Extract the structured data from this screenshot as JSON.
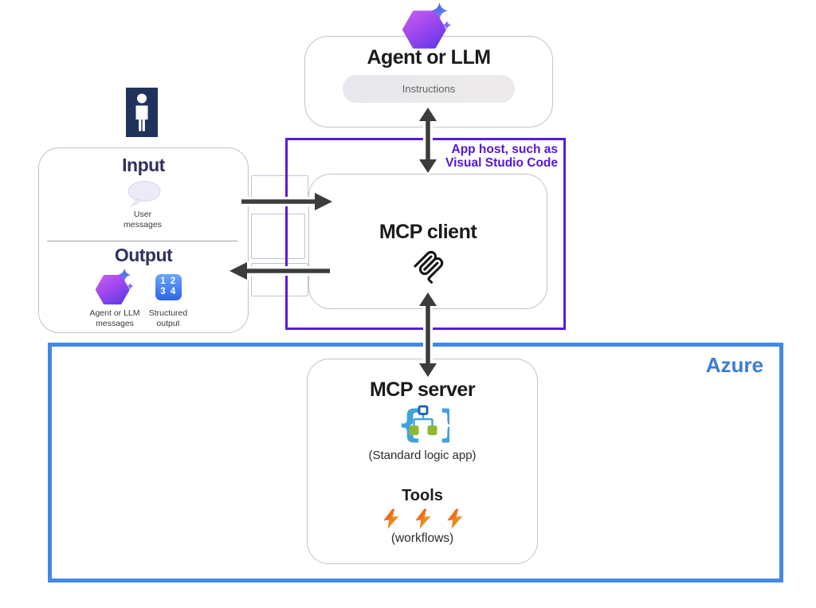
{
  "diagram": {
    "colors": {
      "app_host_border": "#5a1ae0",
      "app_host_label": "#5516e0",
      "azure_border": "#4189e8",
      "azure_label": "#3a7cdb",
      "box_border": "#ccbfc6",
      "arrow": "#3c3c3c",
      "io_title": "#30305e",
      "person_icon_bg": "#20335e",
      "logic_app_green": "#8db832",
      "logic_app_blue": "#41a2dd"
    },
    "agent_box": {
      "icon": "copilot-hexagon-icon",
      "title": "Agent or LLM",
      "pill_label": "Instructions"
    },
    "io_box": {
      "person_icon": "person-icon",
      "input_title": "Input",
      "input_icon": "speech-bubble-icon",
      "input_caption": [
        "User",
        "messages"
      ],
      "output_title": "Output",
      "output_items": [
        {
          "icon": "agent-hexagon-icon",
          "caption": [
            "Agent or LLM",
            "messages"
          ]
        },
        {
          "icon": "structured-output-icon",
          "digit_rows": [
            "1 2",
            "3 4"
          ],
          "caption": [
            "Structured",
            "output"
          ]
        }
      ]
    },
    "app_host_box": {
      "label_lines": [
        "App host, such as",
        "Visual Studio Code"
      ]
    },
    "mcp_client_box": {
      "title": "MCP client",
      "icon": "mcp-logo-icon"
    },
    "azure_box": {
      "label": "Azure"
    },
    "mcp_server_box": {
      "title": "MCP server",
      "icon": "logic-app-icon",
      "subtitle": "(Standard logic app)",
      "tools_title": "Tools",
      "tools_icon": "workflow-bolt-icon",
      "tools_caption": "(workflows)"
    }
  }
}
